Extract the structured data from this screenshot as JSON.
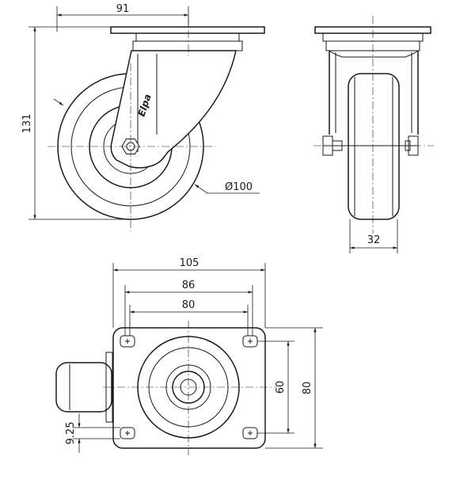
{
  "dimensions": {
    "mounting_height": "131",
    "offset": "91",
    "wheel_diameter": "Ø100",
    "wheel_width": "32",
    "plate_length": "105",
    "hole_spacing_outer": "86",
    "hole_spacing_inner": "80",
    "hole_spacing_width": "60",
    "plate_width": "80",
    "hole_diameter": "9.25"
  },
  "brand_marking": "Elpa"
}
